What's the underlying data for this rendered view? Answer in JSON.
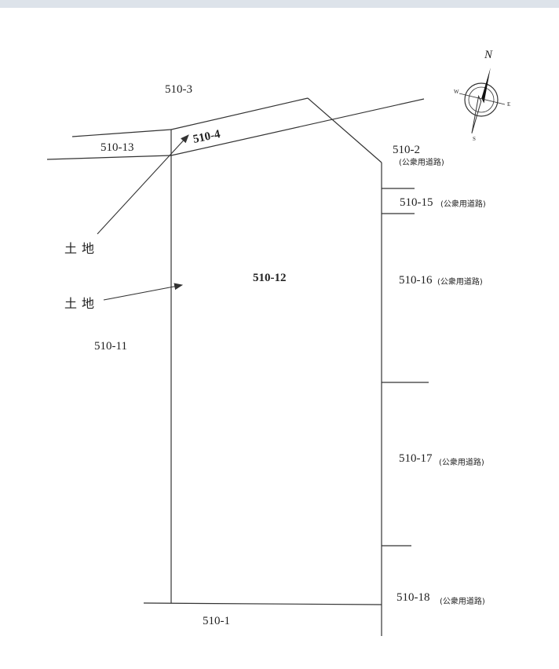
{
  "colors": {
    "line": "#333333",
    "background": "#ffffff",
    "top_bar": "#dde3ea"
  },
  "compass": {
    "north": "N",
    "east": "E",
    "west": "W",
    "south": "S"
  },
  "parcels": {
    "p510_3": "510-3",
    "p510_4": "510-4",
    "p510_13": "510-13",
    "p510_2": "510-2",
    "p510_15": "510-15",
    "p510_12": "510-12",
    "p510_16": "510-16",
    "p510_11": "510-11",
    "p510_17": "510-17",
    "p510_18": "510-18",
    "p510_1": "510-1"
  },
  "road_note": "(公衆用道路)",
  "land_labels": {
    "upper": "土地",
    "lower": "土地"
  }
}
